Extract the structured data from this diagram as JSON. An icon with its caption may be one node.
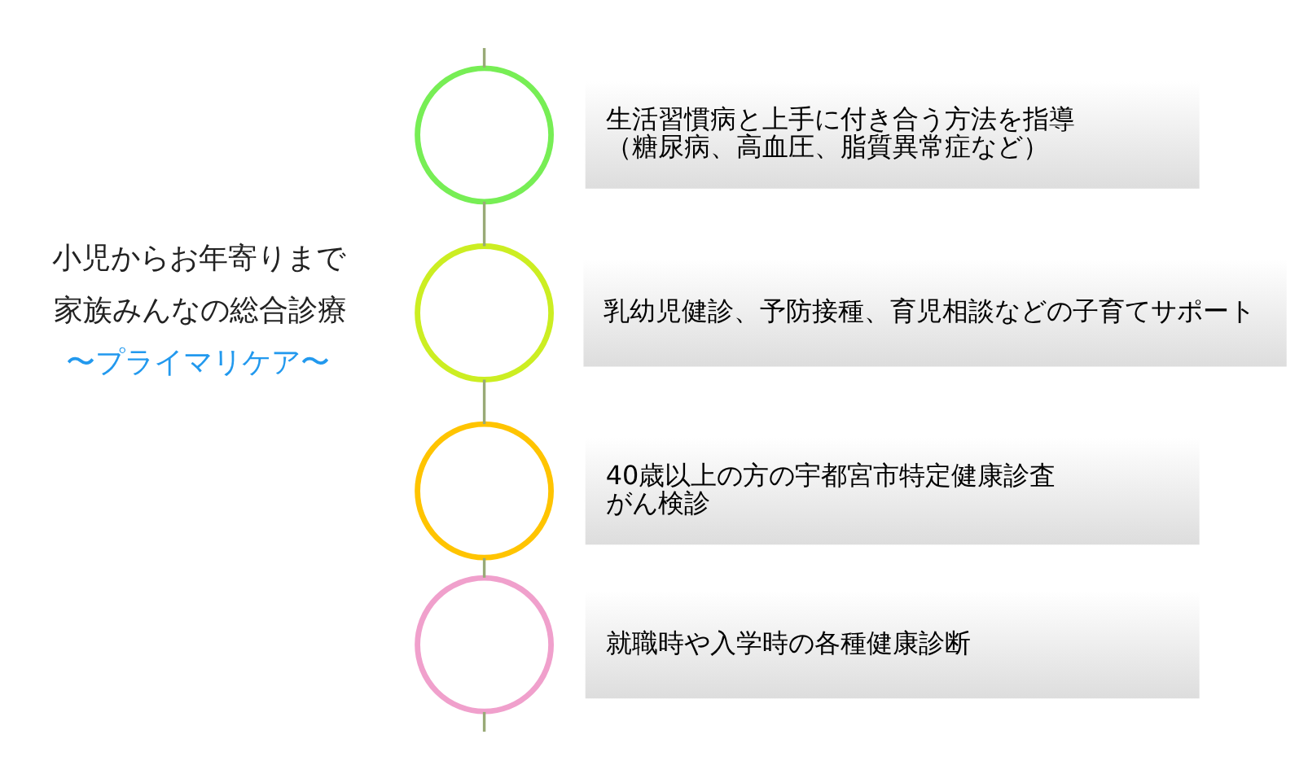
{
  "diagram": {
    "nodes": [
      {
        "text": [],
        "shape": "circle"
      },
      {
        "text": [
          "生活習慣病と上手に付き合う方法を指導",
          "（糖尿病、高血圧、脂質異常症など）"
        ]
      },
      {
        "text": [],
        "shape": "circle"
      },
      {
        "text": [
          "乳幼児健診、予防接種、育児相談などの子育てサポート"
        ]
      },
      {
        "text": [],
        "shape": "circle"
      },
      {
        "text": [
          "40歳以上の方の宇都宮市特定健康診査",
          "がん検診"
        ]
      },
      {
        "text": [],
        "shape": "circle"
      },
      {
        "text": [
          "就職時や入学時の各種健康診断"
        ]
      }
    ],
    "edges": [
      {
        "from": null,
        "to": 0,
        "arrow": "none"
      },
      {
        "from": 0,
        "to": 2,
        "arrow": "none"
      },
      {
        "from": 2,
        "to": 4,
        "arrow": "none"
      },
      {
        "from": 4,
        "to": 6,
        "arrow": "none"
      },
      {
        "from": 6,
        "to": null,
        "arrow": "none"
      }
    ],
    "labels": [
      "小児からお年寄りまで",
      "家族みんなの総合診療",
      "〜プライマリケア〜"
    ]
  }
}
